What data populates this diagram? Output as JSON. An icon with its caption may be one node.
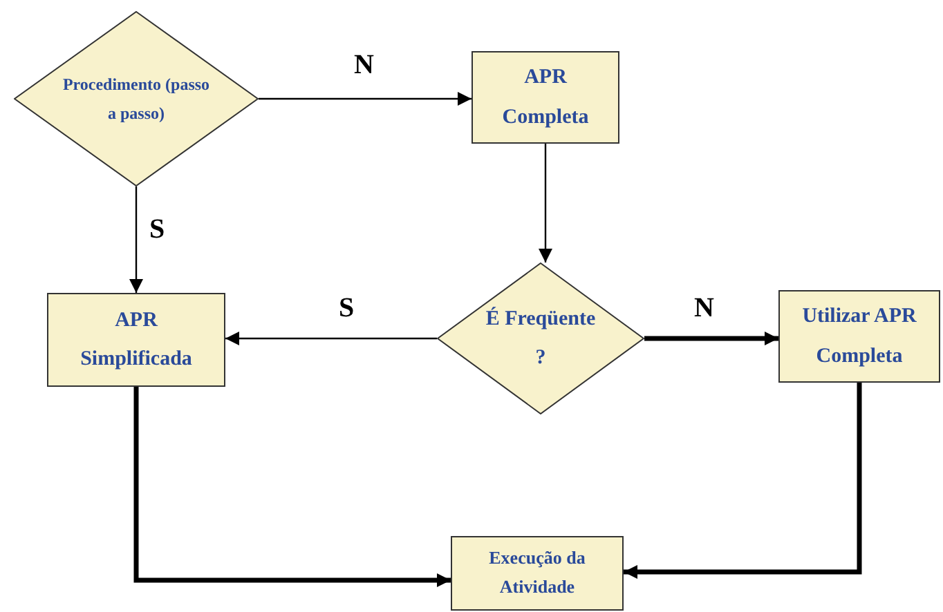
{
  "diagram": {
    "nodes": [
      {
        "text": [
          "Procedimento (passo a passo)"
        ]
      },
      {
        "text": [
          "APR Completa"
        ]
      },
      {
        "text": [
          "É Freqüente ?"
        ]
      },
      {
        "text": [
          "APR Simplificada"
        ]
      },
      {
        "text": [
          "Utilizar APR Completa"
        ]
      },
      {
        "text": [
          "Execução da Atividade"
        ]
      }
    ],
    "edges": [
      {
        "from": 0,
        "to": 1,
        "arrow": "to",
        "label": "N"
      },
      {
        "from": 0,
        "to": 3,
        "arrow": "to",
        "label": "S"
      },
      {
        "from": 1,
        "to": 2,
        "arrow": "to"
      },
      {
        "from": 2,
        "to": 3,
        "arrow": "to",
        "label": "S"
      },
      {
        "from": 2,
        "to": 4,
        "arrow": "to",
        "label": "N",
        "style": "thick"
      },
      {
        "from": 3,
        "to": 5,
        "arrow": "to",
        "style": "thick"
      },
      {
        "from": 4,
        "to": 5,
        "arrow": "to",
        "style": "thick"
      }
    ]
  }
}
